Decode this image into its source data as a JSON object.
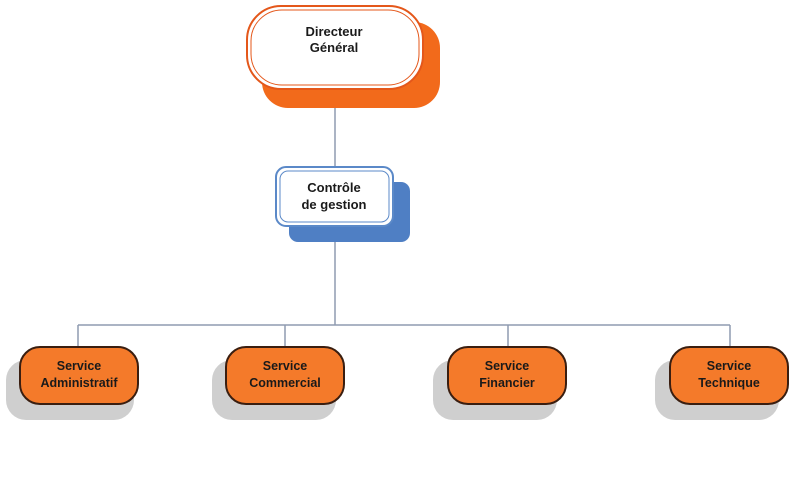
{
  "colors": {
    "connector": "#8f9bb0",
    "top_shadow": "#f26a1b",
    "top_border": "#e4571a",
    "top_fill": "#ffffff",
    "mid_shadow": "#4f7fc4",
    "mid_border": "#5b89c8",
    "mid_fill": "#ffffff",
    "service_fill": "#f47a2a",
    "service_border": "#3a1e10",
    "service_shadow": "#cfcfcf",
    "text": "#1a1a1a"
  },
  "nodes": {
    "director": {
      "line1": "Directeur",
      "line2": "Général"
    },
    "control": {
      "line1": "Contrôle",
      "line2": "de gestion"
    },
    "services": [
      {
        "line1": "Service",
        "line2": "Administratif"
      },
      {
        "line1": "Service",
        "line2": "Commercial"
      },
      {
        "line1": "Service",
        "line2": "Financier"
      },
      {
        "line1": "Service",
        "line2": "Technique"
      }
    ]
  }
}
